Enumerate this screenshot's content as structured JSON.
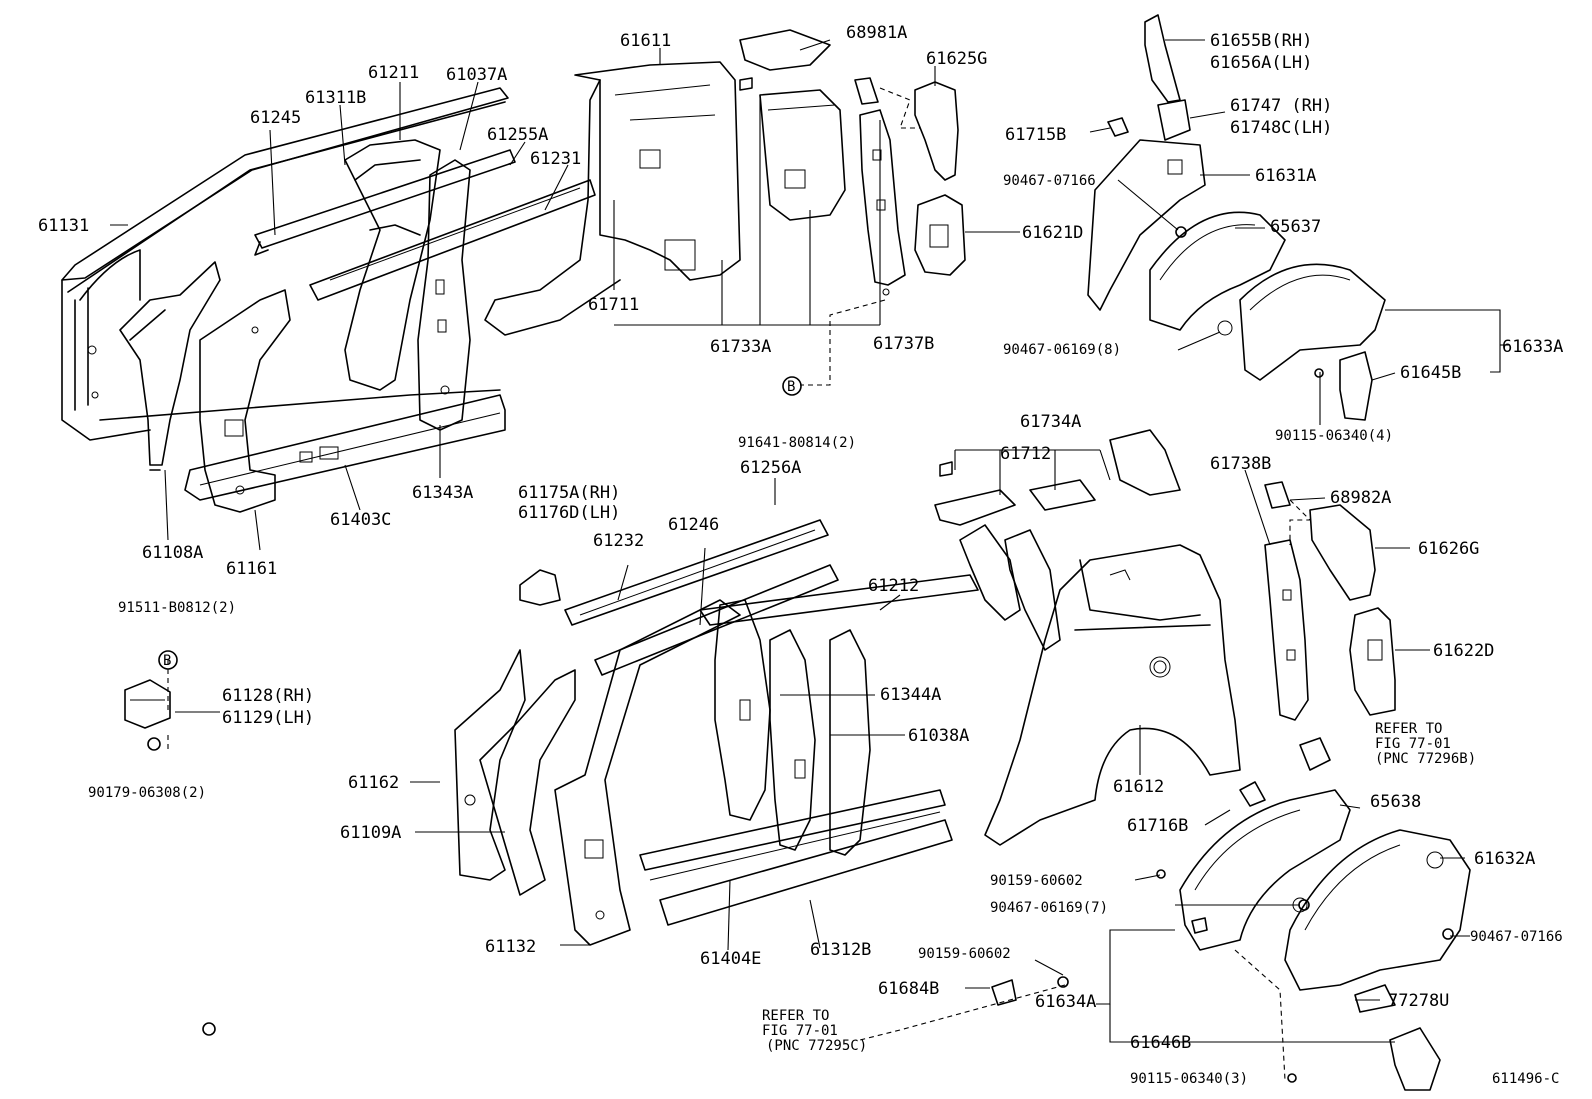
{
  "figure_id": "611496-C",
  "labels": [
    {
      "id": "61611",
      "text": "61611"
    },
    {
      "id": "68981A",
      "text": "68981A"
    },
    {
      "id": "61625G",
      "text": "61625G"
    },
    {
      "id": "61655B",
      "text": "61655B(RH)"
    },
    {
      "id": "61656A",
      "text": "61656A(LH)"
    },
    {
      "id": "61211",
      "text": "61211"
    },
    {
      "id": "61037A",
      "text": "61037A"
    },
    {
      "id": "61311B",
      "text": "61311B"
    },
    {
      "id": "61245",
      "text": "61245"
    },
    {
      "id": "61255A",
      "text": "61255A"
    },
    {
      "id": "61231",
      "text": "61231"
    },
    {
      "id": "61131",
      "text": "61131"
    },
    {
      "id": "61747",
      "text": "61747 (RH)"
    },
    {
      "id": "61748C",
      "text": "61748C(LH)"
    },
    {
      "id": "61715B",
      "text": "61715B"
    },
    {
      "id": "90467-07166a",
      "text": "90467-07166"
    },
    {
      "id": "61631A",
      "text": "61631A"
    },
    {
      "id": "61621D",
      "text": "61621D"
    },
    {
      "id": "65637",
      "text": "65637"
    },
    {
      "id": "61711",
      "text": "61711"
    },
    {
      "id": "61733A",
      "text": "61733A"
    },
    {
      "id": "61737B",
      "text": "61737B"
    },
    {
      "id": "90467-06169a",
      "text": "90467-06169(8)"
    },
    {
      "id": "61633A",
      "text": "61633A"
    },
    {
      "id": "61645B",
      "text": "61645B"
    },
    {
      "id": "90115-06340a",
      "text": "90115-06340(4)"
    },
    {
      "id": "91641-80814",
      "text": "91641-80814(2)"
    },
    {
      "id": "61734A",
      "text": "61734A"
    },
    {
      "id": "61712",
      "text": "61712"
    },
    {
      "id": "61738B",
      "text": "61738B"
    },
    {
      "id": "68982A",
      "text": "68982A"
    },
    {
      "id": "61343A",
      "text": "61343A"
    },
    {
      "id": "61403C",
      "text": "61403C"
    },
    {
      "id": "61108A",
      "text": "61108A"
    },
    {
      "id": "61161",
      "text": "61161"
    },
    {
      "id": "61175A",
      "text": "61175A(RH)"
    },
    {
      "id": "61176D",
      "text": "61176D(LH)"
    },
    {
      "id": "61256A",
      "text": "61256A"
    },
    {
      "id": "61246",
      "text": "61246"
    },
    {
      "id": "61232",
      "text": "61232"
    },
    {
      "id": "61212",
      "text": "61212"
    },
    {
      "id": "61626G",
      "text": "61626G"
    },
    {
      "id": "91511-B0812",
      "text": "91511-B0812(2)"
    },
    {
      "id": "61128",
      "text": "61128(RH)"
    },
    {
      "id": "61129",
      "text": "61129(LH)"
    },
    {
      "id": "90179-06308",
      "text": "90179-06308(2)"
    },
    {
      "id": "61622D",
      "text": "61622D"
    },
    {
      "id": "61344A",
      "text": "61344A"
    },
    {
      "id": "61038A",
      "text": "61038A"
    },
    {
      "id": "refer-top-1",
      "text": "REFER TO"
    },
    {
      "id": "refer-top-2",
      "text": "FIG 77-01"
    },
    {
      "id": "refer-top-3",
      "text": "(PNC 77296B)"
    },
    {
      "id": "61162",
      "text": "61162"
    },
    {
      "id": "61612",
      "text": "61612"
    },
    {
      "id": "65638",
      "text": "65638"
    },
    {
      "id": "61109A",
      "text": "61109A"
    },
    {
      "id": "61716B",
      "text": "61716B"
    },
    {
      "id": "61632A",
      "text": "61632A"
    },
    {
      "id": "90159-60602a",
      "text": "90159-60602"
    },
    {
      "id": "90467-06169b",
      "text": "90467-06169(7)"
    },
    {
      "id": "90467-07166b",
      "text": "90467-07166"
    },
    {
      "id": "61132",
      "text": "61132"
    },
    {
      "id": "61404E",
      "text": "61404E"
    },
    {
      "id": "61312B",
      "text": "61312B"
    },
    {
      "id": "90159-60602b",
      "text": "90159-60602"
    },
    {
      "id": "61684B",
      "text": "61684B"
    },
    {
      "id": "61634A",
      "text": "61634A"
    },
    {
      "id": "77278U",
      "text": "77278U"
    },
    {
      "id": "refer-bot-1",
      "text": "REFER TO"
    },
    {
      "id": "refer-bot-2",
      "text": "FIG 77-01"
    },
    {
      "id": "refer-bot-3",
      "text": "(PNC 77295C)"
    },
    {
      "id": "61646B",
      "text": "61646B"
    },
    {
      "id": "90115-06340b",
      "text": "90115-06340(3)"
    }
  ],
  "markers": [
    {
      "id": "marker-b-top",
      "text": "B"
    },
    {
      "id": "marker-b-left",
      "text": "B"
    }
  ]
}
